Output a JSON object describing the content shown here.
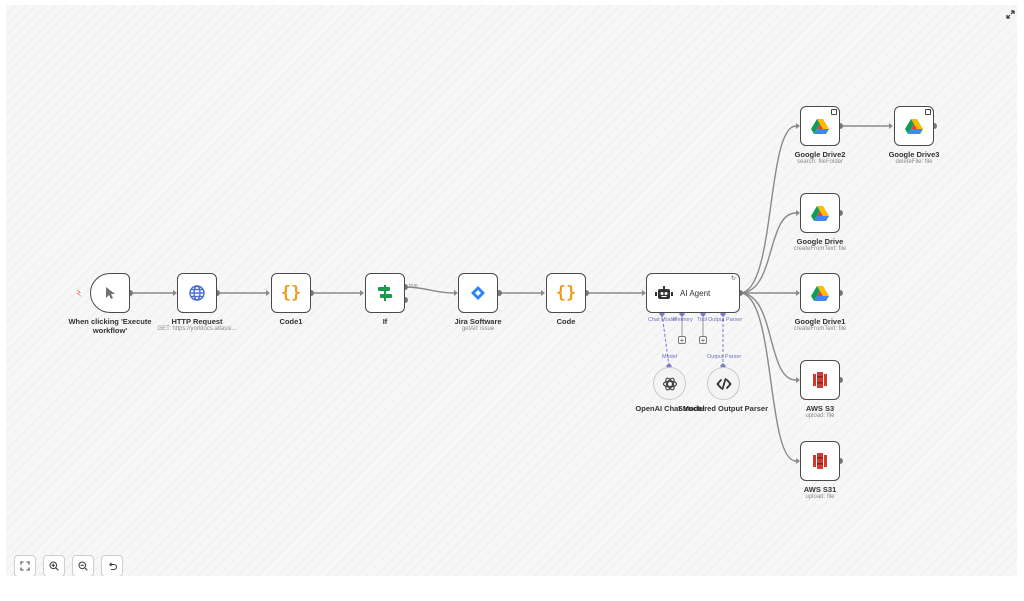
{
  "nodes": {
    "trigger": {
      "label": "When clicking 'Execute workflow'"
    },
    "http": {
      "label": "HTTP Request",
      "sub": "GET: https://yoridocs.atlassi..."
    },
    "code1": {
      "label": "Code1"
    },
    "if": {
      "label": "If",
      "true_label": "true"
    },
    "jira": {
      "label": "Jira Software",
      "sub": "getAll: issue"
    },
    "code": {
      "label": "Code"
    },
    "agent": {
      "label": "AI Agent",
      "port_chat": "Chat Model",
      "port_memory": "Memory",
      "port_tool": "Tool",
      "port_parser": "Output Parser"
    },
    "openai": {
      "label": "OpenAI Chat Model",
      "edge_label": "Model"
    },
    "parser": {
      "label": "Structured Output Parser",
      "edge_label": "Output Parser"
    },
    "gdrive2": {
      "label": "Google Drive2",
      "sub": "search: fileFolder"
    },
    "gdrive3": {
      "label": "Google Drive3",
      "sub": "deleteFile: file"
    },
    "gdrive": {
      "label": "Google Drive",
      "sub": "createFromText: file"
    },
    "gdrive1": {
      "label": "Google Drive1",
      "sub": "createFromText: file"
    },
    "s3": {
      "label": "AWS S3",
      "sub": "upload: file"
    },
    "s31": {
      "label": "AWS S31",
      "sub": "upload: file"
    }
  },
  "colors": {
    "accent": "#ff6d5a",
    "http": "#4a6ad8",
    "code": "#f29b1e",
    "if": "#1b9a4b",
    "jira": "#2684ff",
    "aws": "#d13a2f"
  }
}
